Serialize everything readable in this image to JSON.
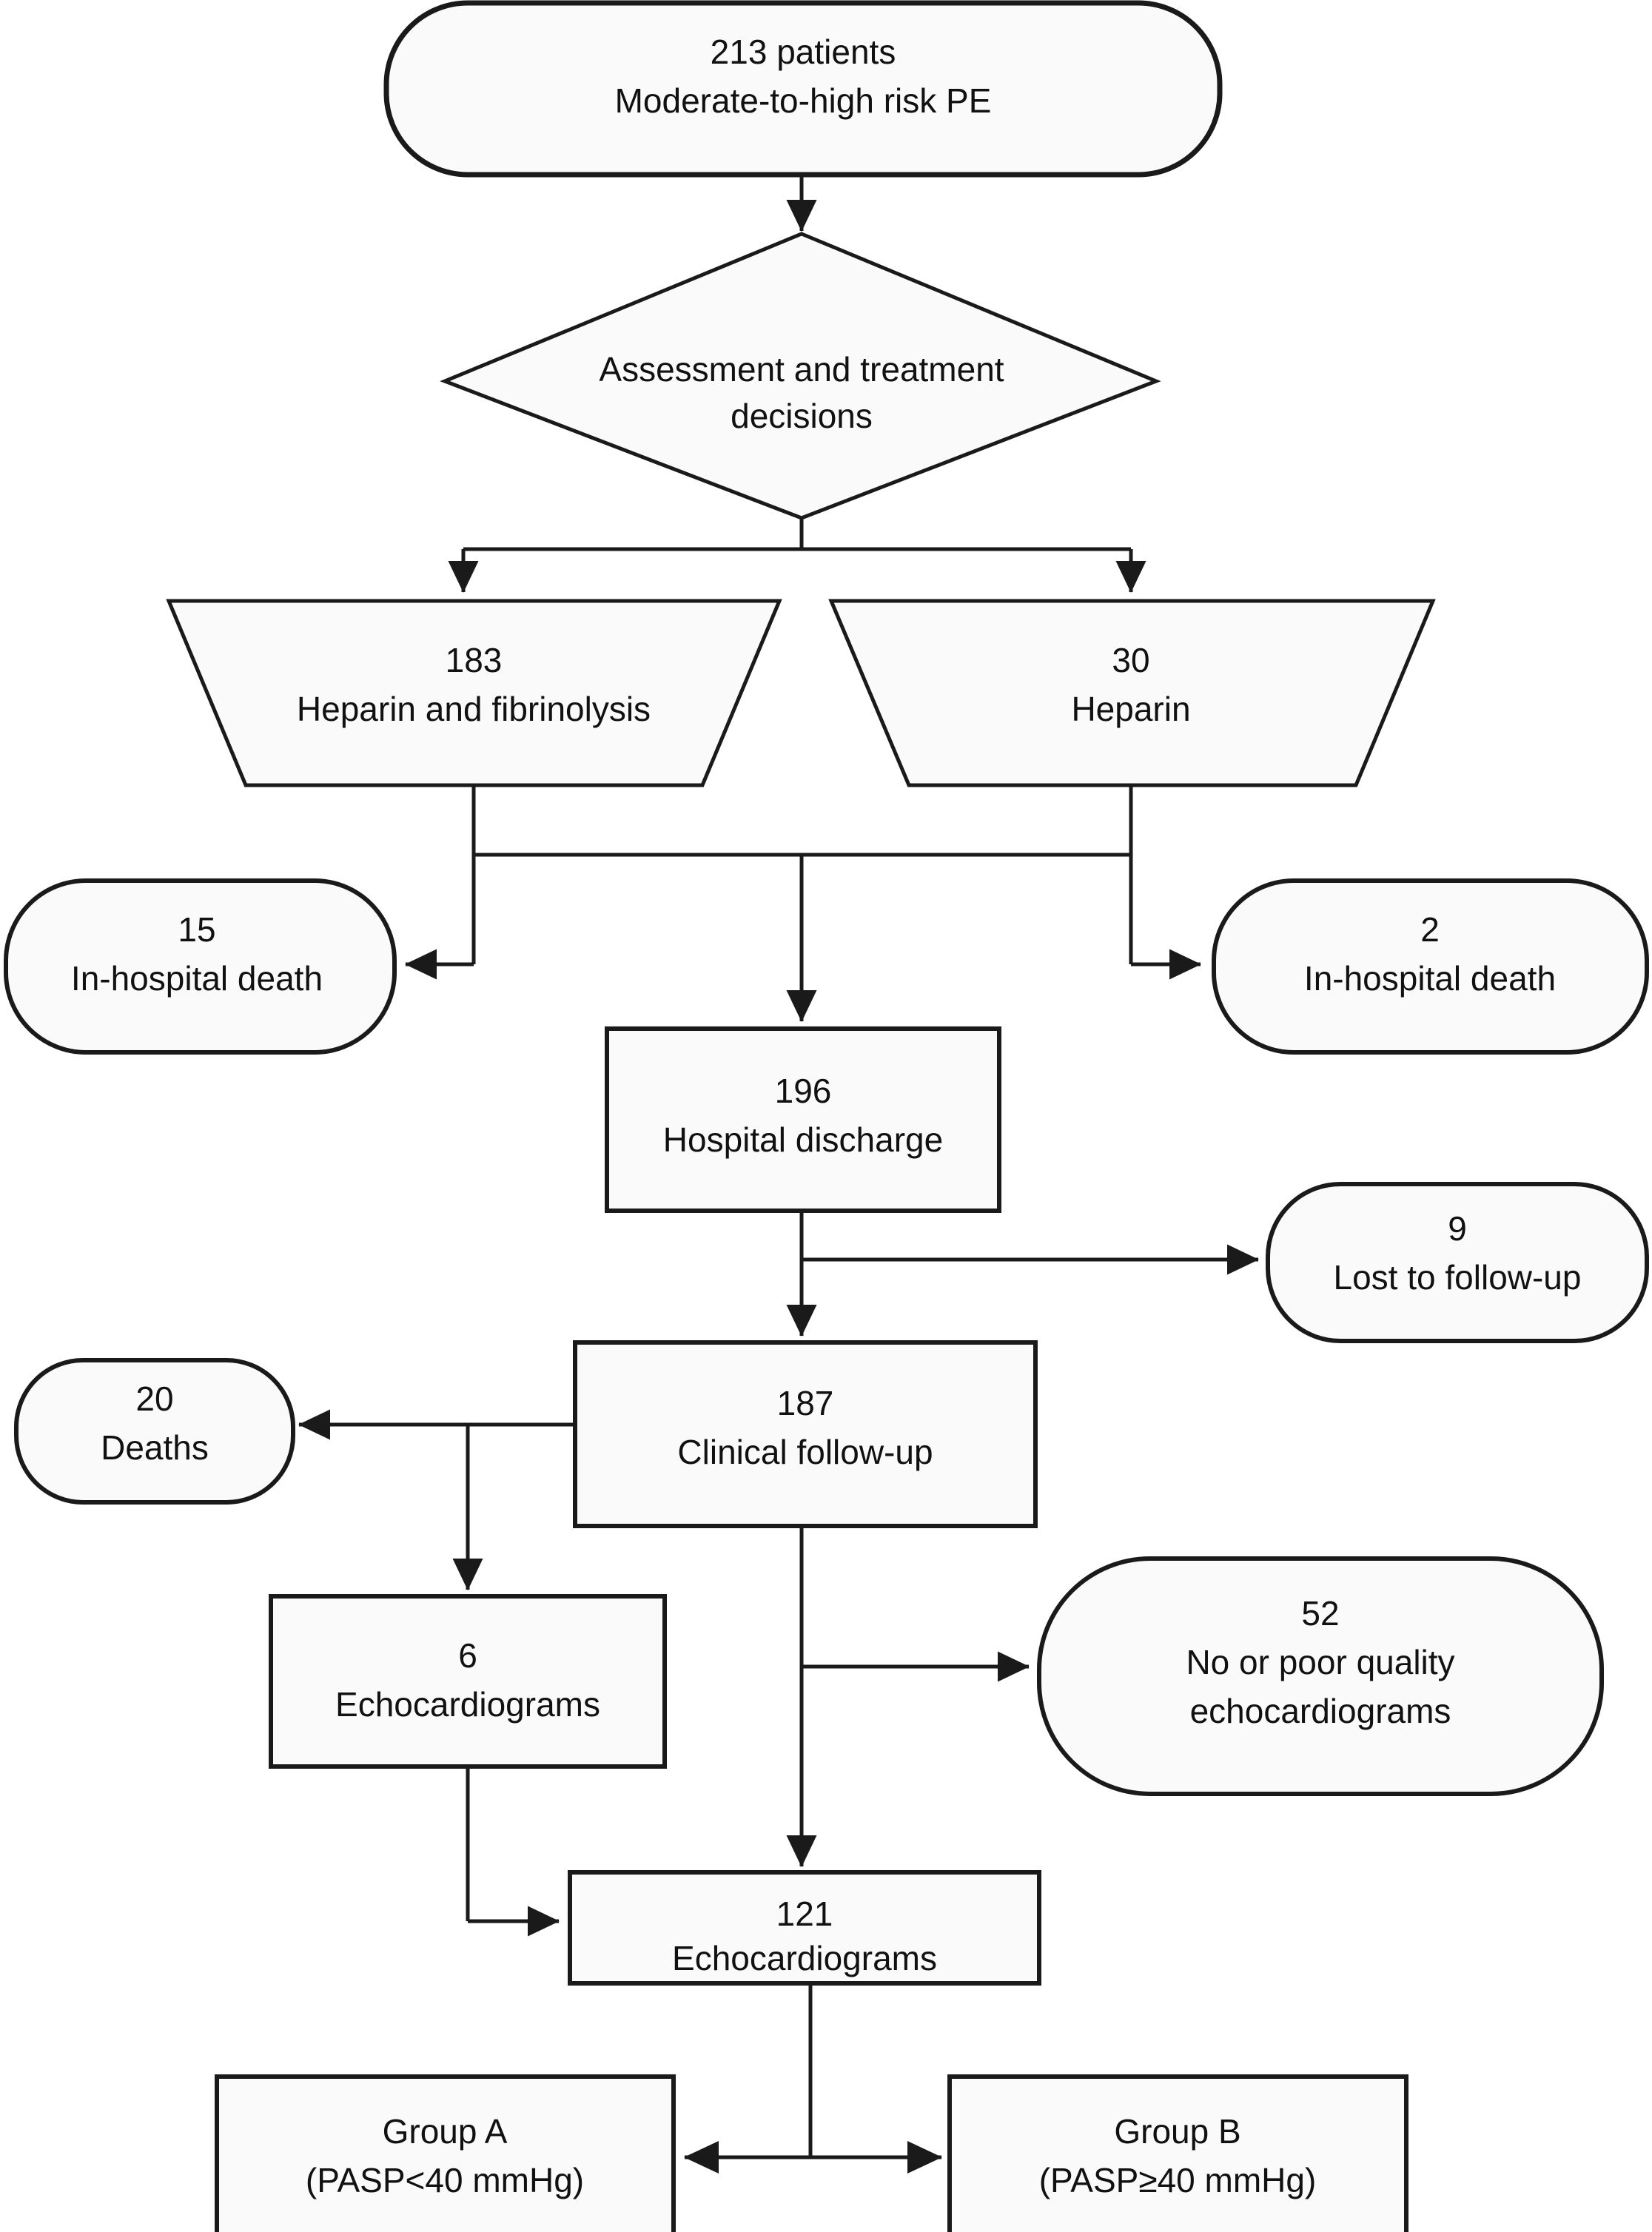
{
  "diagram": {
    "type": "flowchart",
    "title": "Patient flow: moderate-to-high risk pulmonary embolism study",
    "colors": {
      "stroke": "#1a1a1a",
      "fill": "#fafafa",
      "text": "#111111",
      "background": "#ffffff"
    },
    "nodes": [
      {
        "id": "enrollment",
        "shape": "rounded-rectangle",
        "line1": "213 patients",
        "line2": "Moderate-to-high risk PE"
      },
      {
        "id": "assessment",
        "shape": "diamond",
        "line1": "Assessment and treatment",
        "line2": "decisions"
      },
      {
        "id": "heparin-fibrinolysis",
        "shape": "trapezoid",
        "line1": "183",
        "line2": "Heparin and fibrinolysis"
      },
      {
        "id": "heparin",
        "shape": "trapezoid",
        "line1": "30",
        "line2": "Heparin"
      },
      {
        "id": "in-hospital-death-left",
        "shape": "rounded-rectangle",
        "line1": "15",
        "line2": "In-hospital death"
      },
      {
        "id": "in-hospital-death-right",
        "shape": "rounded-rectangle",
        "line1": "2",
        "line2": "In-hospital death"
      },
      {
        "id": "hospital-discharge",
        "shape": "rectangle",
        "line1": "196",
        "line2": "Hospital discharge"
      },
      {
        "id": "lost-to-follow-up",
        "shape": "rounded-rectangle",
        "line1": "9",
        "line2": "Lost to follow-up"
      },
      {
        "id": "clinical-follow-up",
        "shape": "rectangle",
        "line1": "187",
        "line2": "Clinical follow-up"
      },
      {
        "id": "deaths",
        "shape": "rounded-rectangle",
        "line1": "20",
        "line2": "Deaths"
      },
      {
        "id": "echocardiograms-6",
        "shape": "rectangle",
        "line1": "6",
        "line2": "Echocardiograms"
      },
      {
        "id": "poor-quality-echo",
        "shape": "rounded-rectangle",
        "line1": "52",
        "line2": "No or poor quality",
        "line3": "echocardiograms"
      },
      {
        "id": "echocardiograms-121",
        "shape": "rectangle",
        "line1": "121",
        "line2": "Echocardiograms"
      },
      {
        "id": "group-a",
        "shape": "rectangle",
        "line1": "Group A",
        "line2": "(PASP<40 mmHg)"
      },
      {
        "id": "group-b",
        "shape": "rectangle",
        "line1": "Group B",
        "line2": "(PASP≥40 mmHg)"
      }
    ],
    "edges": [
      {
        "from": "enrollment",
        "to": "assessment",
        "arrow": "end"
      },
      {
        "from": "assessment",
        "to": "heparin-fibrinolysis",
        "arrow": "end"
      },
      {
        "from": "assessment",
        "to": "heparin",
        "arrow": "end"
      },
      {
        "from": "heparin-fibrinolysis",
        "to": "in-hospital-death-left",
        "arrow": "end"
      },
      {
        "from": "heparin",
        "to": "in-hospital-death-right",
        "arrow": "end"
      },
      {
        "from": "treatment-junction",
        "to": "hospital-discharge",
        "arrow": "end"
      },
      {
        "from": "hospital-discharge",
        "to": "lost-to-follow-up",
        "arrow": "end"
      },
      {
        "from": "hospital-discharge",
        "to": "clinical-follow-up",
        "arrow": "end"
      },
      {
        "from": "clinical-follow-up",
        "to": "deaths",
        "arrow": "end"
      },
      {
        "from": "clinical-follow-up",
        "to": "echocardiograms-6",
        "arrow": "end"
      },
      {
        "from": "clinical-follow-up",
        "to": "poor-quality-echo",
        "arrow": "end"
      },
      {
        "from": "clinical-follow-up",
        "to": "echocardiograms-121",
        "arrow": "end"
      },
      {
        "from": "echocardiograms-6",
        "to": "echocardiograms-121",
        "arrow": "end"
      },
      {
        "from": "echocardiograms-121",
        "to": "group-a",
        "arrow": "end"
      },
      {
        "from": "echocardiograms-121",
        "to": "group-b",
        "arrow": "end"
      }
    ]
  }
}
